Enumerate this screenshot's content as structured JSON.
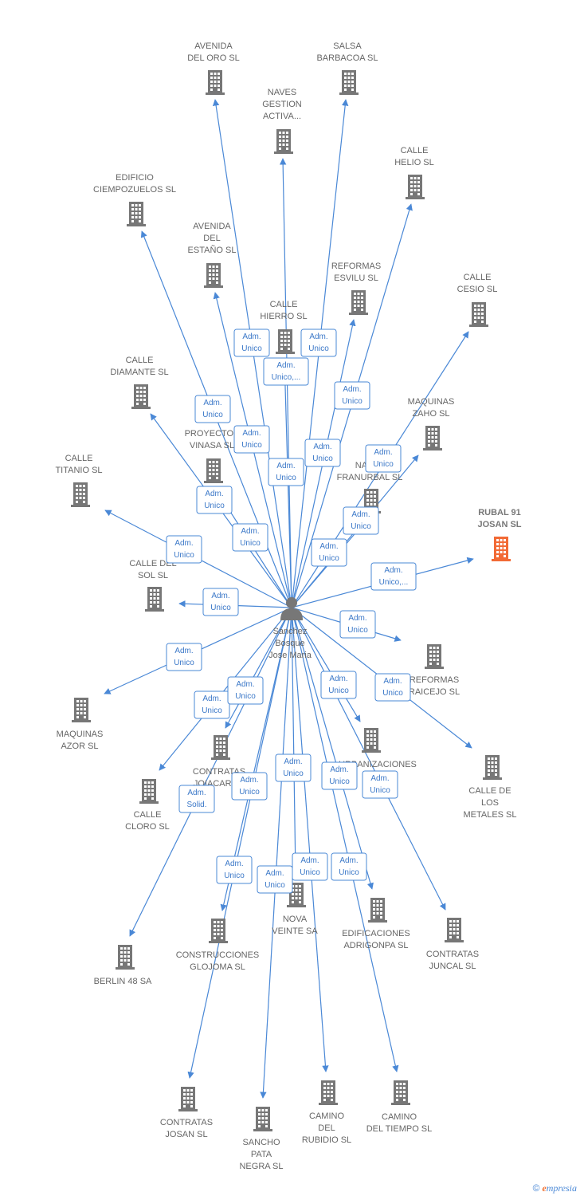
{
  "center": {
    "name_lines": [
      "Sanchez",
      "Bosque",
      "Jose Maria"
    ],
    "icon": "person-icon"
  },
  "colors": {
    "edge": "#4a88d6",
    "node": "#777777",
    "highlight": "#f26a35"
  },
  "nodes": [
    {
      "id": "avenida-del-oro",
      "lines": [
        "AVENIDA",
        "DEL ORO SL"
      ],
      "label": "Adm.|Unico",
      "highlight": false
    },
    {
      "id": "salsa-barbacoa",
      "lines": [
        "SALSA",
        "BARBACOA SL"
      ],
      "label": "Adm.|Unico",
      "highlight": false
    },
    {
      "id": "naves-gestion",
      "lines": [
        "NAVES",
        "GESTION",
        "ACTIVA..."
      ],
      "label": "Adm.|Unico,...",
      "highlight": false
    },
    {
      "id": "calle-helio",
      "lines": [
        "CALLE",
        "HELIO SL"
      ],
      "label": "Adm.|Unico",
      "highlight": false
    },
    {
      "id": "edificio-ciempozuelos",
      "lines": [
        "EDIFICIO",
        "CIEMPOZUELOS SL"
      ],
      "label": "Adm.|Unico",
      "highlight": false
    },
    {
      "id": "avenida-del-estano",
      "lines": [
        "AVENIDA",
        "DEL",
        "ESTAÑO SL"
      ],
      "label": "Adm.|Unico",
      "highlight": false
    },
    {
      "id": "reformas-esvilu",
      "lines": [
        "REFORMAS",
        "ESVILU SL"
      ],
      "label": "Adm.|Unico",
      "highlight": false
    },
    {
      "id": "calle-cesio",
      "lines": [
        "CALLE",
        "CESIO SL"
      ],
      "label": "Adm.|Unico",
      "highlight": false
    },
    {
      "id": "calle-hierro",
      "lines": [
        "CALLE",
        "HIERRO SL"
      ],
      "label": "Adm.|Unico",
      "highlight": false
    },
    {
      "id": "calle-diamante",
      "lines": [
        "CALLE",
        "DIAMANTE SL"
      ],
      "label": "Adm.|Unico",
      "highlight": false
    },
    {
      "id": "maquinas-zaho",
      "lines": [
        "MAQUINAS",
        "ZAHO  SL"
      ],
      "label": "Adm.|Unico",
      "highlight": false
    },
    {
      "id": "proyectos-vinasa",
      "lines": [
        "PROYECTOS",
        "VINASA SL"
      ],
      "label": "Adm.|Unico",
      "highlight": false
    },
    {
      "id": "naves-franurbal",
      "lines": [
        "NAVES",
        "FRANURBAL SL"
      ],
      "label": "Adm.|Unico",
      "highlight": false
    },
    {
      "id": "calle-titanio",
      "lines": [
        "CALLE",
        "TITANIO SL"
      ],
      "label": "Adm.|Unico",
      "highlight": false
    },
    {
      "id": "rubal-91-josan",
      "lines": [
        "RUBAL 91",
        "JOSAN  SL"
      ],
      "label": "Adm.|Unico,...",
      "highlight": true
    },
    {
      "id": "calle-del-sol",
      "lines": [
        "CALLE DEL",
        "SOL SL"
      ],
      "label": "Adm.|Unico",
      "highlight": false
    },
    {
      "id": "reformas-raicejo",
      "lines": [
        "REFORMAS",
        "RAICEJO SL"
      ],
      "label": "Adm.|Unico",
      "highlight": false
    },
    {
      "id": "maquinas-azor",
      "lines": [
        "MAQUINAS",
        "AZOR  SL"
      ],
      "label": "Adm.|Unico",
      "highlight": false
    },
    {
      "id": "calle-de-los-metales",
      "lines": [
        "CALLE DE",
        "LOS",
        "METALES SL"
      ],
      "label": "Adm.|Unico",
      "highlight": false
    },
    {
      "id": "contratas-joiacar",
      "lines": [
        "CONTRATAS",
        "JOIACAR SL"
      ],
      "label": "Adm.|Unico",
      "highlight": false
    },
    {
      "id": "urbanizaciones",
      "lines": [
        "URBANIZACIONES",
        "EL SL"
      ],
      "label": "Adm.|Unico",
      "highlight": false
    },
    {
      "id": "calle-cloro",
      "lines": [
        "CALLE",
        "CLORO SL"
      ],
      "label": "Adm.|Unico",
      "highlight": false
    },
    {
      "id": "berlin-48",
      "lines": [
        "BERLIN 48 SA"
      ],
      "label": "Adm.|Solid.",
      "highlight": false
    },
    {
      "id": "construcciones-glojoma",
      "lines": [
        "CONSTRUCCIONES",
        "GLOJOMA SL"
      ],
      "label": "Adm.|Unico",
      "highlight": false
    },
    {
      "id": "nova-veinte",
      "lines": [
        "NOVA",
        "VEINTE SA"
      ],
      "label": "Adm.|Unico",
      "highlight": false
    },
    {
      "id": "edificaciones-adrigonpa",
      "lines": [
        "EDIFICACIONES",
        "ADRIGONPA SL"
      ],
      "label": "Adm.|Unico",
      "highlight": false
    },
    {
      "id": "contratas-juncal",
      "lines": [
        "CONTRATAS",
        "JUNCAL SL"
      ],
      "label": "Adm.|Unico",
      "highlight": false
    },
    {
      "id": "contratas-josan",
      "lines": [
        "CONTRATAS",
        "JOSAN  SL"
      ],
      "label": "Adm.|Unico",
      "highlight": false
    },
    {
      "id": "sancho-pata-negra",
      "lines": [
        "SANCHO",
        "PATA",
        "NEGRA  SL"
      ],
      "label": "Adm.|Unico",
      "highlight": false
    },
    {
      "id": "camino-del-rubidio",
      "lines": [
        "CAMINO",
        "DEL",
        "RUBIDIO SL"
      ],
      "label": "Adm.|Unico",
      "highlight": false
    },
    {
      "id": "camino-del-tiempo",
      "lines": [
        "CAMINO",
        "DEL TIEMPO SL"
      ],
      "label": "Adm.|Unico",
      "highlight": false
    }
  ],
  "footer": {
    "copyright": "©",
    "brand_first": "e",
    "brand_rest": "mpresia"
  }
}
